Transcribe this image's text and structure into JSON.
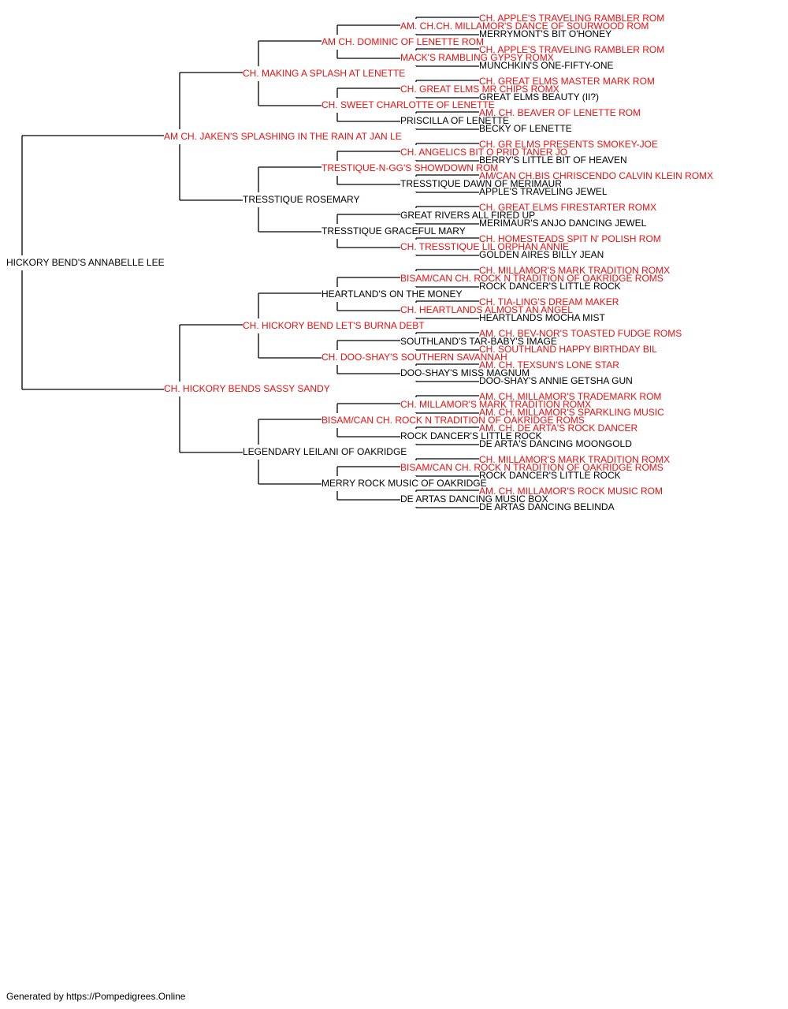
{
  "colors": {
    "champion_text": "#e81010",
    "regular_text": "#000000",
    "connector_line": "#000000",
    "background": "#ffffff"
  },
  "footer": "Generated by https://Pompedigrees.Online",
  "pedigree": {
    "name": "HICKORY BEND'S ANNABELLE LEE",
    "champion": false,
    "sire": {
      "name": "AM CH. JAKEN'S SPLASHING IN THE RAIN AT JAN LE",
      "champion": true,
      "sire": {
        "name": "CH. MAKING A SPLASH AT LENETTE",
        "champion": true,
        "sire": {
          "name": "AM CH. DOMINIC OF LENETTE ROM",
          "champion": true,
          "sire": {
            "name": "AM. CH.CH. MILLAMOR'S DANCE OF SOURWOOD ROM",
            "champion": true,
            "sire": {
              "name": "CH. APPLE'S TRAVELING RAMBLER ROM",
              "champion": true
            },
            "dam": {
              "name": "MERRYMONT'S BIT O'HONEY",
              "champion": false
            }
          },
          "dam": {
            "name": "MACK'S RAMBLING GYPSY ROMX",
            "champion": true,
            "sire": {
              "name": "CH. APPLE'S TRAVELING RAMBLER ROM",
              "champion": true
            },
            "dam": {
              "name": "MUNCHKIN'S ONE-FIFTY-ONE",
              "champion": false
            }
          }
        },
        "dam": {
          "name": "CH. SWEET CHARLOTTE OF LENETTE",
          "champion": true,
          "sire": {
            "name": "CH. GREAT ELMS MR CHIPS ROMX",
            "champion": true,
            "sire": {
              "name": "CH. GREAT ELMS MASTER MARK ROM",
              "champion": true
            },
            "dam": {
              "name": "GREAT ELMS BEAUTY (II?)",
              "champion": false
            }
          },
          "dam": {
            "name": "PRISCILLA OF LENETTE",
            "champion": false,
            "sire": {
              "name": "AM. CH. BEAVER OF LENETTE ROM",
              "champion": true
            },
            "dam": {
              "name": "BECKY OF LENETTE",
              "champion": false
            }
          }
        }
      },
      "dam": {
        "name": "TRESSTIQUE ROSEMARY",
        "champion": false,
        "sire": {
          "name": "TRESTIQUE-N-GG'S SHOWDOWN ROM",
          "champion": true,
          "sire": {
            "name": "CH. ANGELICS BIT O PRID TANER JO",
            "champion": true,
            "sire": {
              "name": "CH. GR ELMS PRESENTS SMOKEY-JOE",
              "champion": true
            },
            "dam": {
              "name": "BERRY'S LITTLE BIT OF HEAVEN",
              "champion": false
            }
          },
          "dam": {
            "name": "TRESSTIQUE DAWN OF MERIMAUR",
            "champion": false,
            "sire": {
              "name": "AM/CAN CH.BIS CHRISCENDO CALVIN KLEIN ROMX",
              "champion": true
            },
            "dam": {
              "name": "APPLE'S TRAVELING JEWEL",
              "champion": false
            }
          }
        },
        "dam": {
          "name": "TRESSTIQUE GRACEFUL MARY",
          "champion": false,
          "sire": {
            "name": "GREAT RIVERS ALL FIRED UP",
            "champion": false,
            "sire": {
              "name": "CH. GREAT ELMS FIRESTARTER ROMX",
              "champion": true
            },
            "dam": {
              "name": "MERIMAUR'S ANJO DANCING JEWEL",
              "champion": false
            }
          },
          "dam": {
            "name": "CH. TRESSTIQUE LIL ORPHAN ANNIE",
            "champion": true,
            "sire": {
              "name": "CH. HOMESTEADS SPIT N' POLISH ROM",
              "champion": true
            },
            "dam": {
              "name": "GOLDEN AIRES BILLY JEAN",
              "champion": false
            }
          }
        }
      }
    },
    "dam": {
      "name": "CH. HICKORY BENDS SASSY SANDY",
      "champion": true,
      "sire": {
        "name": "CH. HICKORY BEND LET'S BURNA DEBT",
        "champion": true,
        "sire": {
          "name": "HEARTLAND'S ON THE MONEY",
          "champion": false,
          "sire": {
            "name": "BISAM/CAN CH. ROCK N TRADITION OF OAKRIDGE ROMS",
            "champion": true,
            "sire": {
              "name": "CH. MILLAMOR'S MARK TRADITION ROMX",
              "champion": true
            },
            "dam": {
              "name": "ROCK DANCER'S LITTLE ROCK",
              "champion": false
            }
          },
          "dam": {
            "name": "CH. HEARTLANDS ALMOST AN ANGEL",
            "champion": true,
            "sire": {
              "name": "CH. TIA-LING'S DREAM MAKER",
              "champion": true
            },
            "dam": {
              "name": "HEARTLANDS MOCHA MIST",
              "champion": false
            }
          }
        },
        "dam": {
          "name": "CH. DOO-SHAY'S SOUTHERN SAVANNAH",
          "champion": true,
          "sire": {
            "name": "SOUTHLAND'S TAR-BABY'S IMAGE",
            "champion": false,
            "sire": {
              "name": "AM. CH. BEV-NOR'S TOASTED FUDGE ROMS",
              "champion": true
            },
            "dam": {
              "name": "CH. SOUTHLAND HAPPY BIRTHDAY BIL",
              "champion": true
            }
          },
          "dam": {
            "name": "DOO-SHAY'S MISS MAGNUM",
            "champion": false,
            "sire": {
              "name": "AM. CH. TEXSUN'S LONE STAR",
              "champion": true
            },
            "dam": {
              "name": "DOO-SHAY'S ANNIE GETSHA GUN",
              "champion": false
            }
          }
        }
      },
      "dam": {
        "name": "LEGENDARY LEILANI OF OAKRIDGE",
        "champion": false,
        "sire": {
          "name": "BISAM/CAN CH. ROCK N TRADITION OF OAKRIDGE ROMS",
          "champion": true,
          "sire": {
            "name": "CH. MILLAMOR'S MARK TRADITION ROMX",
            "champion": true,
            "sire": {
              "name": "AM. CH. MILLAMOR'S TRADEMARK ROM",
              "champion": true
            },
            "dam": {
              "name": "AM. CH. MILLAMOR'S SPARKLING MUSIC",
              "champion": true
            }
          },
          "dam": {
            "name": "ROCK DANCER'S LITTLE ROCK",
            "champion": false,
            "sire": {
              "name": "AM. CH. DE ARTA'S ROCK DANCER",
              "champion": true
            },
            "dam": {
              "name": "DE ARTA'S DANCING MOONGOLD",
              "champion": false
            }
          }
        },
        "dam": {
          "name": "MERRY ROCK MUSIC OF OAKRIDGE",
          "champion": false,
          "sire": {
            "name": "BISAM/CAN CH. ROCK N TRADITION OF OAKRIDGE ROMS",
            "champion": true,
            "sire": {
              "name": "CH. MILLAMOR'S MARK TRADITION ROMX",
              "champion": true
            },
            "dam": {
              "name": "ROCK DANCER'S LITTLE ROCK",
              "champion": false
            }
          },
          "dam": {
            "name": "DE ARTAS DANCING MUSIC BOX",
            "champion": false,
            "sire": {
              "name": "AM. CH. MILLAMOR'S ROCK MUSIC ROM",
              "champion": true
            },
            "dam": {
              "name": "DE ARTAS DANCING BELINDA",
              "champion": false
            }
          }
        }
      }
    }
  }
}
